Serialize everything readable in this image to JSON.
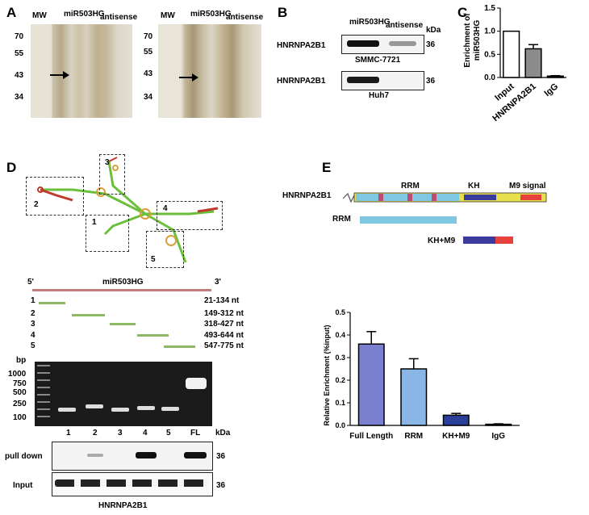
{
  "panels": {
    "a": "A",
    "b": "B",
    "c": "C",
    "d": "D",
    "e": "E"
  },
  "panel_a": {
    "mw_label": "MW",
    "lane1": "miR503HG",
    "lane2": "antisense",
    "markers": [
      "70",
      "55",
      "43",
      "34"
    ]
  },
  "panel_b": {
    "lane1": "miR503HG",
    "lane2": "antisense",
    "kda": "kDa",
    "row_label": "HNRNPA2B1",
    "size": "36",
    "cell1": "SMMC-7721",
    "cell2": "Huh7"
  },
  "panel_c": {
    "chart_data": {
      "type": "bar",
      "categories": [
        "Input",
        "HNRNPA2B1",
        "IgG"
      ],
      "values": [
        1.0,
        0.62,
        0.03
      ],
      "errors": [
        0,
        0.09,
        0.01
      ],
      "ylabel": "Enrichment of miR503HG",
      "ylim": [
        0,
        1.5
      ],
      "yticks": [
        "0.0",
        "0.5",
        "1.0",
        "1.5"
      ],
      "colors": [
        "#ffffff",
        "#8c8c8c",
        "#333333"
      ]
    }
  },
  "panel_d": {
    "regions": [
      "1",
      "2",
      "3",
      "4",
      "5"
    ],
    "five": "5'",
    "three": "3'",
    "transcript": "miR503HG",
    "fragments": [
      {
        "id": "1",
        "range": "21-134 nt"
      },
      {
        "id": "2",
        "range": "149-312 nt"
      },
      {
        "id": "3",
        "range": "318-427 nt"
      },
      {
        "id": "4",
        "range": "493-644 nt"
      },
      {
        "id": "5",
        "range": "547-775 nt"
      }
    ],
    "bp": "bp",
    "ladder": [
      "1000",
      "750",
      "500",
      "250",
      "100"
    ],
    "lanes": [
      "1",
      "2",
      "3",
      "4",
      "5",
      "FL"
    ],
    "kda": "kDa",
    "pulldown": "pull down",
    "input": "Input",
    "size": "36",
    "protein": "HNRNPA2B1"
  },
  "panel_e": {
    "protein": "HNRNPA2B1",
    "rrm": "RRM",
    "kh": "KH",
    "m9": "M9 signal",
    "rrm_construct": "RRM",
    "khm9_construct": "KH+M9",
    "domain_colors": {
      "rrm": "#7ec8e3",
      "kh": "#3b3b9e",
      "m9": "#e8403a",
      "base": "#e8e04a"
    },
    "chart_data": {
      "type": "bar",
      "categories": [
        "Full Length",
        "RRM",
        "KH+M9",
        "IgG"
      ],
      "values": [
        0.36,
        0.25,
        0.045,
        0.005
      ],
      "errors": [
        0.055,
        0.045,
        0.008,
        0.002
      ],
      "ylabel": "Relative Enrichment (%input)",
      "ylim": [
        0,
        0.5
      ],
      "yticks": [
        "0.0",
        "0.1",
        "0.2",
        "0.3",
        "0.4",
        "0.5"
      ],
      "colors": [
        "#7b7fd0",
        "#8ab6e6",
        "#2a3f9a",
        "#f0f0f0"
      ]
    }
  }
}
